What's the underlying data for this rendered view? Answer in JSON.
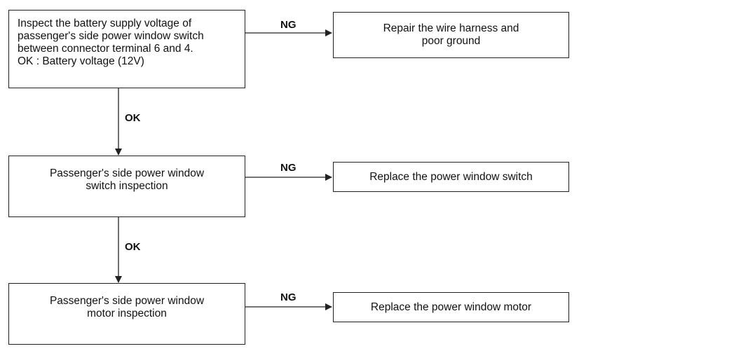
{
  "steps": [
    {
      "text_lines": [
        "Inspect the battery supply voltage of",
        "passenger's side power window switch",
        "between connector terminal 6 and 4.",
        "OK : Battery voltage (12V)"
      ],
      "ng_label": "NG",
      "ng_action_lines": [
        "Repair the wire harness and",
        "poor ground"
      ],
      "ok_label": "OK"
    },
    {
      "text_lines": [
        "Passenger's side power window",
        "switch inspection"
      ],
      "ng_label": "NG",
      "ng_action_lines": [
        "Replace the power window switch"
      ],
      "ok_label": "OK"
    },
    {
      "text_lines": [
        "Passenger's side power window",
        "motor inspection"
      ],
      "ng_label": "NG",
      "ng_action_lines": [
        "Replace the power window motor"
      ]
    }
  ]
}
